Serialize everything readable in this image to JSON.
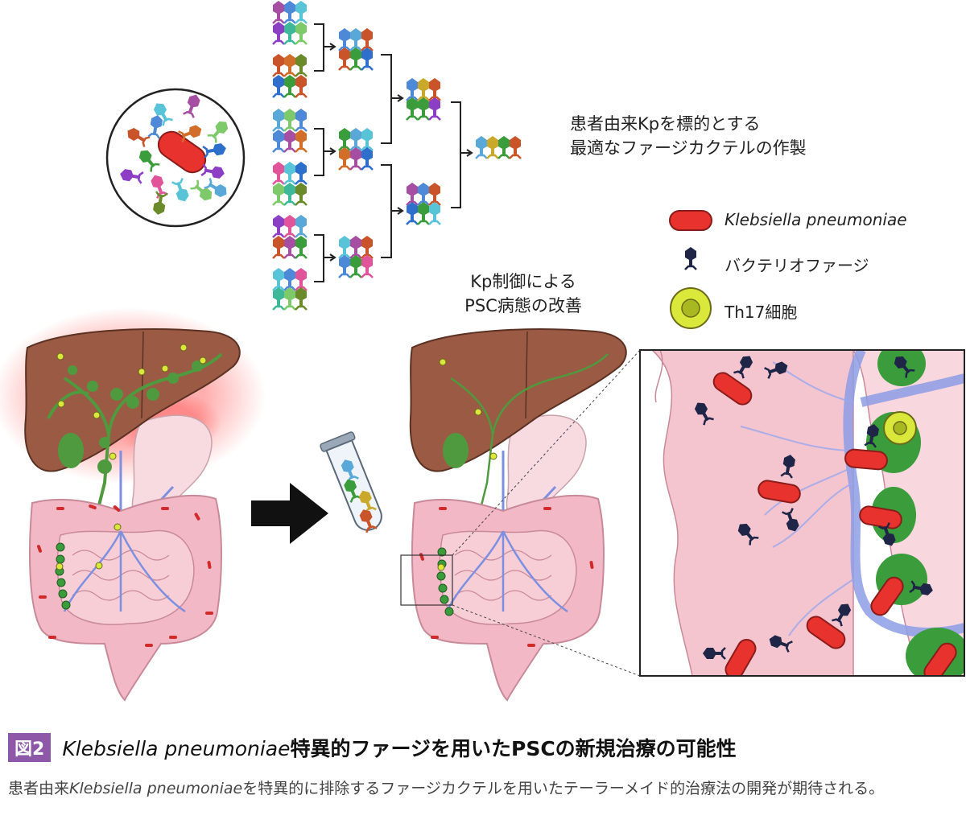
{
  "cocktail_note": {
    "line1": "患者由来Kpを標的とする",
    "line2": "最適なファージカクテルの作製"
  },
  "treatment_note": {
    "line1": "Kp制御による",
    "line2": "PSC病態の改善"
  },
  "legend": {
    "bacteria": "Klebsiella pneumoniae",
    "phage": "バクテリオファージ",
    "th17": "Th17細胞"
  },
  "caption": {
    "badge": "図2",
    "title_species": "Klebsiella pneumoniae",
    "title_rest": "特異的ファージを用いたPSCの新規治療の可能性",
    "desc_pre": "患者由来",
    "desc_species": "Klebsiella pneumoniae",
    "desc_post": "を特異的に排除するファージカクテルを用いたテーラーメイド的治療法の開発が期待される。"
  },
  "colors": {
    "bacteria": "#e8322e",
    "phage": "#1f2547",
    "th17": "#d9e83a",
    "liver": "#9b5a44",
    "intestine": "#f2b8c6",
    "bile_duct": "#4f9a3e",
    "vessel": "#7d8fe0",
    "badge": "#8e58a8"
  },
  "icons": [
    "phage-icon",
    "bacterium-icon",
    "th17-cell-icon",
    "liver-icon",
    "intestine-icon",
    "test-tube-icon",
    "arrow-right-icon"
  ]
}
